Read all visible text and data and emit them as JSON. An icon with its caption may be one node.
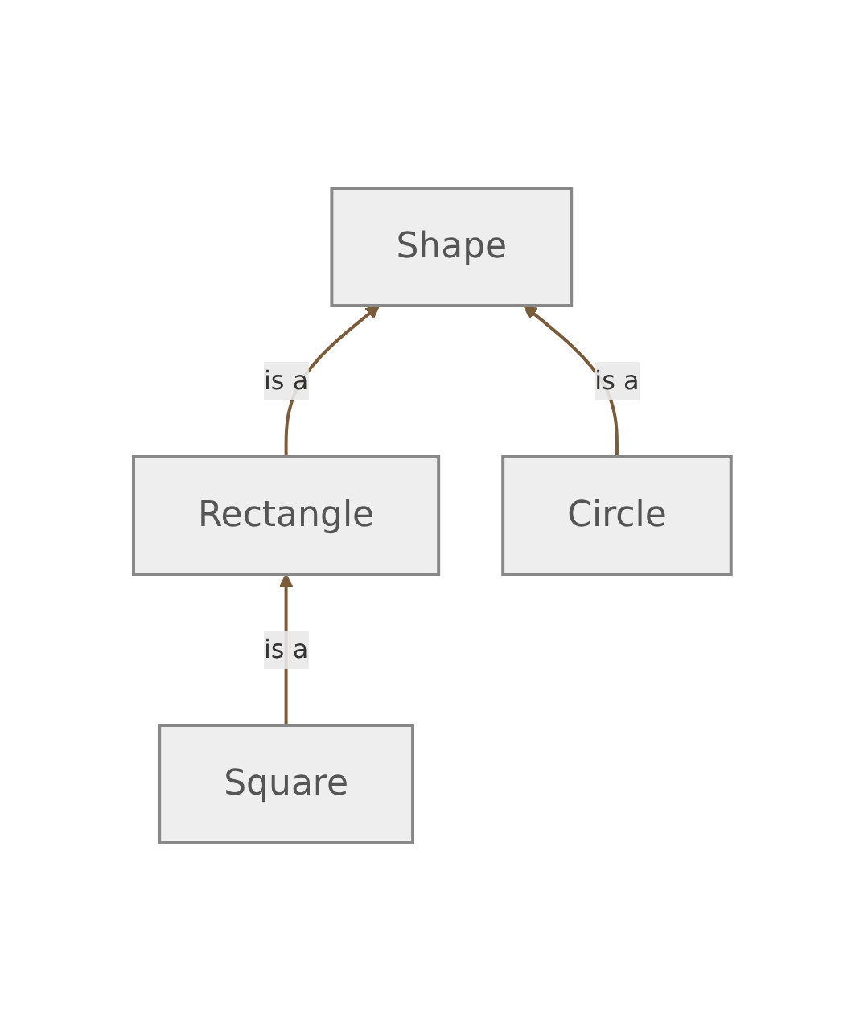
{
  "diagram": {
    "nodes": [
      {
        "text": [
          "Shape"
        ]
      },
      {
        "text": [
          "Rectangle"
        ]
      },
      {
        "text": [
          "Circle"
        ]
      },
      {
        "text": [
          "Square"
        ]
      }
    ],
    "edges": [
      {
        "from": 1,
        "to": 0,
        "arrow": "to",
        "label": "is a"
      },
      {
        "from": 2,
        "to": 0,
        "arrow": "to",
        "label": "is a"
      },
      {
        "from": 3,
        "to": 1,
        "arrow": "to",
        "label": "is a"
      }
    ]
  }
}
